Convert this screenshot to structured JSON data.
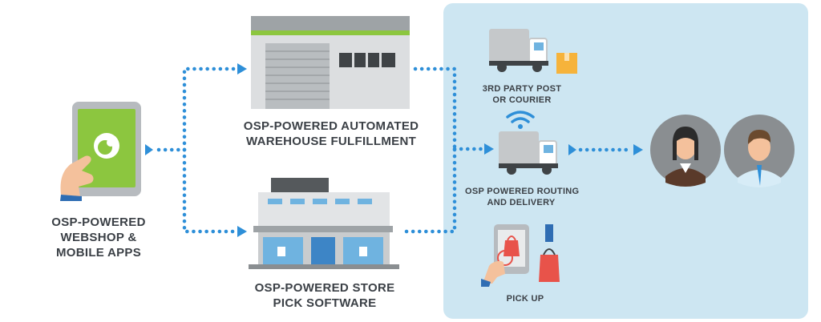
{
  "nodes": {
    "webshop": {
      "line1": "OSP-POWERED",
      "line2": "WEBSHOP &",
      "line3": "MOBILE APPS"
    },
    "warehouse": {
      "line1": "OSP-POWERED AUTOMATED",
      "line2": "WAREHOUSE FULFILLMENT"
    },
    "store": {
      "line1": "OSP-POWERED STORE",
      "line2": "PICK SOFTWARE"
    },
    "courier": {
      "line1": "3RD PARTY POST",
      "line2": "OR COURIER"
    },
    "routing": {
      "line1": "OSP POWERED ROUTING",
      "line2": "AND DELIVERY"
    },
    "pickup": {
      "line1": "PICK UP"
    }
  },
  "colors": {
    "accent": "#2e8fd8",
    "panel": "#cde6f2",
    "text": "#3b4046",
    "brand_green": "#8cc63f"
  }
}
